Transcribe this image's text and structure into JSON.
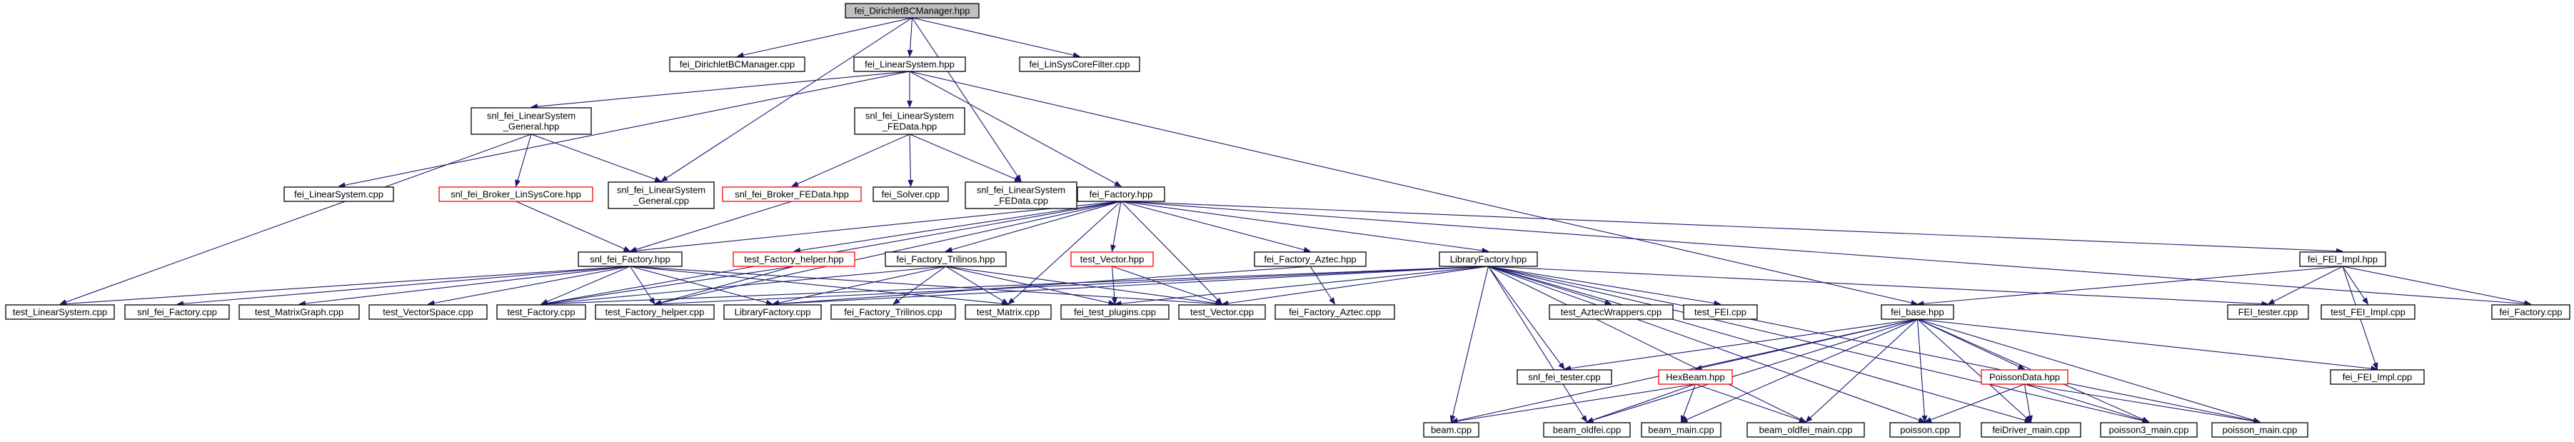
{
  "colors": {
    "edge": "#191970",
    "box_default": "#000000",
    "box_highlight": "#ff0000",
    "root_fill": "#bfbfbf",
    "fill": "#ffffff"
  },
  "nodes": [
    {
      "id": "n_root",
      "lines": [
        "fei_DirichletBCManager.hpp"
      ],
      "style": "root"
    },
    {
      "id": "n_bcmcpp",
      "lines": [
        "fei_DirichletBCManager.cpp"
      ]
    },
    {
      "id": "n_lshpp",
      "lines": [
        "fei_LinearSystem.hpp"
      ]
    },
    {
      "id": "n_linsys",
      "lines": [
        "fei_LinSysCoreFilter.cpp"
      ]
    },
    {
      "id": "n_snlgen",
      "lines": [
        "snl_fei_LinearSystem",
        "_General.hpp"
      ]
    },
    {
      "id": "n_snlfed",
      "lines": [
        "snl_fei_LinearSystem",
        "_FEData.hpp"
      ]
    },
    {
      "id": "n_lscpp",
      "lines": [
        "fei_LinearSystem.cpp"
      ]
    },
    {
      "id": "n_brklsc",
      "lines": [
        "snl_fei_Broker_LinSysCore.hpp"
      ],
      "style": "red"
    },
    {
      "id": "n_gencpp",
      "lines": [
        "snl_fei_LinearSystem",
        "_General.cpp"
      ]
    },
    {
      "id": "n_brkfed",
      "lines": [
        "snl_fei_Broker_FEData.hpp"
      ],
      "style": "red"
    },
    {
      "id": "n_fsolver",
      "lines": [
        "fei_Solver.cpp"
      ]
    },
    {
      "id": "n_fedcpp",
      "lines": [
        "snl_fei_LinearSystem",
        "_FEData.cpp"
      ]
    },
    {
      "id": "n_factoryhpp",
      "lines": [
        "fei_Factory.hpp"
      ]
    },
    {
      "id": "n_snlfactory",
      "lines": [
        "snl_fei_Factory.hpp"
      ]
    },
    {
      "id": "n_tfhelperhpp",
      "lines": [
        "test_Factory_helper.hpp"
      ],
      "style": "red"
    },
    {
      "id": "n_trilhpp",
      "lines": [
        "fei_Factory_Trilinos.hpp"
      ]
    },
    {
      "id": "n_tvechpp",
      "lines": [
        "test_Vector.hpp"
      ],
      "style": "red"
    },
    {
      "id": "n_aztechpp",
      "lines": [
        "fei_Factory_Aztec.hpp"
      ]
    },
    {
      "id": "n_libfactory",
      "lines": [
        "LibraryFactory.hpp"
      ]
    },
    {
      "id": "n_feiimpl",
      "lines": [
        "fei_FEI_Impl.hpp"
      ]
    },
    {
      "id": "n_t_linsys",
      "lines": [
        "test_LinearSystem.cpp"
      ]
    },
    {
      "id": "n_snlfactcpp",
      "lines": [
        "snl_fei_Factory.cpp"
      ]
    },
    {
      "id": "n_tmatgraph",
      "lines": [
        "test_MatrixGraph.cpp"
      ]
    },
    {
      "id": "n_tvecspace",
      "lines": [
        "test_VectorSpace.cpp"
      ]
    },
    {
      "id": "n_tfactory",
      "lines": [
        "test_Factory.cpp"
      ]
    },
    {
      "id": "n_tfhelpercpp",
      "lines": [
        "test_Factory_helper.cpp"
      ]
    },
    {
      "id": "n_libfactcpp",
      "lines": [
        "LibraryFactory.cpp"
      ]
    },
    {
      "id": "n_trilcpp",
      "lines": [
        "fei_Factory_Trilinos.cpp"
      ]
    },
    {
      "id": "n_tmatrix",
      "lines": [
        "test_Matrix.cpp"
      ]
    },
    {
      "id": "n_testplugins",
      "lines": [
        "fei_test_plugins.cpp"
      ]
    },
    {
      "id": "n_tvector",
      "lines": [
        "test_Vector.cpp"
      ]
    },
    {
      "id": "n_azteccpp",
      "lines": [
        "fei_Factory_Aztec.cpp"
      ]
    },
    {
      "id": "n_taztecwr",
      "lines": [
        "test_AztecWrappers.cpp"
      ]
    },
    {
      "id": "n_tfei",
      "lines": [
        "test_FEI.cpp"
      ]
    },
    {
      "id": "n_feibase",
      "lines": [
        "fei_base.hpp"
      ]
    },
    {
      "id": "n_feitester",
      "lines": [
        "FEI_tester.cpp"
      ]
    },
    {
      "id": "n_tfeiimpl",
      "lines": [
        "test_FEI_Impl.cpp"
      ]
    },
    {
      "id": "n_factorycpp",
      "lines": [
        "fei_Factory.cpp"
      ]
    },
    {
      "id": "n_snltester",
      "lines": [
        "snl_fei_tester.cpp"
      ]
    },
    {
      "id": "n_hexbeam",
      "lines": [
        "HexBeam.hpp"
      ],
      "style": "red"
    },
    {
      "id": "n_poissondata",
      "lines": [
        "PoissonData.hpp"
      ],
      "style": "red"
    },
    {
      "id": "n_feiimplcpp",
      "lines": [
        "fei_FEI_Impl.cpp"
      ]
    },
    {
      "id": "n_beam",
      "lines": [
        "beam.cpp"
      ]
    },
    {
      "id": "n_beamoldfei",
      "lines": [
        "beam_oldfei.cpp"
      ]
    },
    {
      "id": "n_beammain",
      "lines": [
        "beam_main.cpp"
      ]
    },
    {
      "id": "n_beamoldmain",
      "lines": [
        "beam_oldfei_main.cpp"
      ]
    },
    {
      "id": "n_poisson",
      "lines": [
        "poisson.cpp"
      ]
    },
    {
      "id": "n_feidriver",
      "lines": [
        "feiDriver_main.cpp"
      ]
    },
    {
      "id": "n_poisson3",
      "lines": [
        "poisson3_main.cpp"
      ]
    },
    {
      "id": "n_poissonmain",
      "lines": [
        "poisson_main.cpp"
      ]
    }
  ],
  "edges": [
    [
      "n_root",
      "n_bcmcpp"
    ],
    [
      "n_root",
      "n_lshpp"
    ],
    [
      "n_root",
      "n_linsys"
    ],
    [
      "n_root",
      "n_gencpp"
    ],
    [
      "n_root",
      "n_fedcpp"
    ],
    [
      "n_lshpp",
      "n_snlgen"
    ],
    [
      "n_lshpp",
      "n_snlfed"
    ],
    [
      "n_lshpp",
      "n_lscpp"
    ],
    [
      "n_lshpp",
      "n_factoryhpp"
    ],
    [
      "n_lshpp",
      "n_feibase"
    ],
    [
      "n_snlgen",
      "n_brklsc"
    ],
    [
      "n_snlgen",
      "n_gencpp"
    ],
    [
      "n_snlgen",
      "n_t_linsys"
    ],
    [
      "n_snlfed",
      "n_brkfed"
    ],
    [
      "n_snlfed",
      "n_fsolver"
    ],
    [
      "n_snlfed",
      "n_fedcpp"
    ],
    [
      "n_brklsc",
      "n_snlfactory"
    ],
    [
      "n_brkfed",
      "n_snlfactory"
    ],
    [
      "n_factoryhpp",
      "n_snlfactory"
    ],
    [
      "n_factoryhpp",
      "n_tfhelperhpp"
    ],
    [
      "n_factoryhpp",
      "n_trilhpp"
    ],
    [
      "n_factoryhpp",
      "n_tvechpp"
    ],
    [
      "n_factoryhpp",
      "n_aztechpp"
    ],
    [
      "n_factoryhpp",
      "n_libfactory"
    ],
    [
      "n_factoryhpp",
      "n_tmatrix"
    ],
    [
      "n_factoryhpp",
      "n_tvector"
    ],
    [
      "n_factoryhpp",
      "n_tfactory"
    ],
    [
      "n_factoryhpp",
      "n_tfhelpercpp"
    ],
    [
      "n_factoryhpp",
      "n_factorycpp"
    ],
    [
      "n_factoryhpp",
      "n_feiimpl"
    ],
    [
      "n_snlfactory",
      "n_t_linsys"
    ],
    [
      "n_snlfactory",
      "n_snlfactcpp"
    ],
    [
      "n_snlfactory",
      "n_tmatgraph"
    ],
    [
      "n_snlfactory",
      "n_tvecspace"
    ],
    [
      "n_snlfactory",
      "n_tfactory"
    ],
    [
      "n_snlfactory",
      "n_tfhelpercpp"
    ],
    [
      "n_snlfactory",
      "n_libfactcpp"
    ],
    [
      "n_snlfactory",
      "n_tmatrix"
    ],
    [
      "n_snlfactory",
      "n_tvector"
    ],
    [
      "n_tfhelperhpp",
      "n_tfactory"
    ],
    [
      "n_tfhelperhpp",
      "n_tfhelpercpp"
    ],
    [
      "n_trilhpp",
      "n_tfactory"
    ],
    [
      "n_trilhpp",
      "n_libfactcpp"
    ],
    [
      "n_trilhpp",
      "n_trilcpp"
    ],
    [
      "n_trilhpp",
      "n_tmatrix"
    ],
    [
      "n_trilhpp",
      "n_testplugins"
    ],
    [
      "n_trilhpp",
      "n_tvector"
    ],
    [
      "n_tvechpp",
      "n_testplugins"
    ],
    [
      "n_tvechpp",
      "n_tvector"
    ],
    [
      "n_aztechpp",
      "n_azteccpp"
    ],
    [
      "n_aztechpp",
      "n_libfactcpp"
    ],
    [
      "n_libfactory",
      "n_tfactory"
    ],
    [
      "n_libfactory",
      "n_tfhelpercpp"
    ],
    [
      "n_libfactory",
      "n_libfactcpp"
    ],
    [
      "n_libfactory",
      "n_testplugins"
    ],
    [
      "n_libfactory",
      "n_taztecwr"
    ],
    [
      "n_libfactory",
      "n_tfei"
    ],
    [
      "n_libfactory",
      "n_tvector"
    ],
    [
      "n_libfactory",
      "n_feitester"
    ],
    [
      "n_libfactory",
      "n_snltester"
    ],
    [
      "n_libfactory",
      "n_beam"
    ],
    [
      "n_libfactory",
      "n_beamoldfei"
    ],
    [
      "n_libfactory",
      "n_beamoldmain"
    ],
    [
      "n_libfactory",
      "n_poisson"
    ],
    [
      "n_libfactory",
      "n_poisson3"
    ],
    [
      "n_libfactory",
      "n_poissonmain"
    ],
    [
      "n_libfactory",
      "n_feidriver"
    ],
    [
      "n_feiimpl",
      "n_feibase"
    ],
    [
      "n_feiimpl",
      "n_feitester"
    ],
    [
      "n_feiimpl",
      "n_tfeiimpl"
    ],
    [
      "n_feiimpl",
      "n_factorycpp"
    ],
    [
      "n_feiimpl",
      "n_feiimplcpp"
    ],
    [
      "n_feibase",
      "n_snltester"
    ],
    [
      "n_feibase",
      "n_hexbeam"
    ],
    [
      "n_feibase",
      "n_poissondata"
    ],
    [
      "n_feibase",
      "n_feiimplcpp"
    ],
    [
      "n_feibase",
      "n_beam"
    ],
    [
      "n_feibase",
      "n_beamoldfei"
    ],
    [
      "n_feibase",
      "n_beammain"
    ],
    [
      "n_feibase",
      "n_beamoldmain"
    ],
    [
      "n_feibase",
      "n_poisson"
    ],
    [
      "n_feibase",
      "n_feidriver"
    ],
    [
      "n_feibase",
      "n_poisson3"
    ],
    [
      "n_feibase",
      "n_poissonmain"
    ],
    [
      "n_hexbeam",
      "n_beam"
    ],
    [
      "n_hexbeam",
      "n_beamoldfei"
    ],
    [
      "n_hexbeam",
      "n_beammain"
    ],
    [
      "n_hexbeam",
      "n_beamoldmain"
    ],
    [
      "n_poissondata",
      "n_poisson"
    ],
    [
      "n_poissondata",
      "n_feidriver"
    ],
    [
      "n_poissondata",
      "n_poisson3"
    ],
    [
      "n_poissondata",
      "n_poissonmain"
    ]
  ]
}
